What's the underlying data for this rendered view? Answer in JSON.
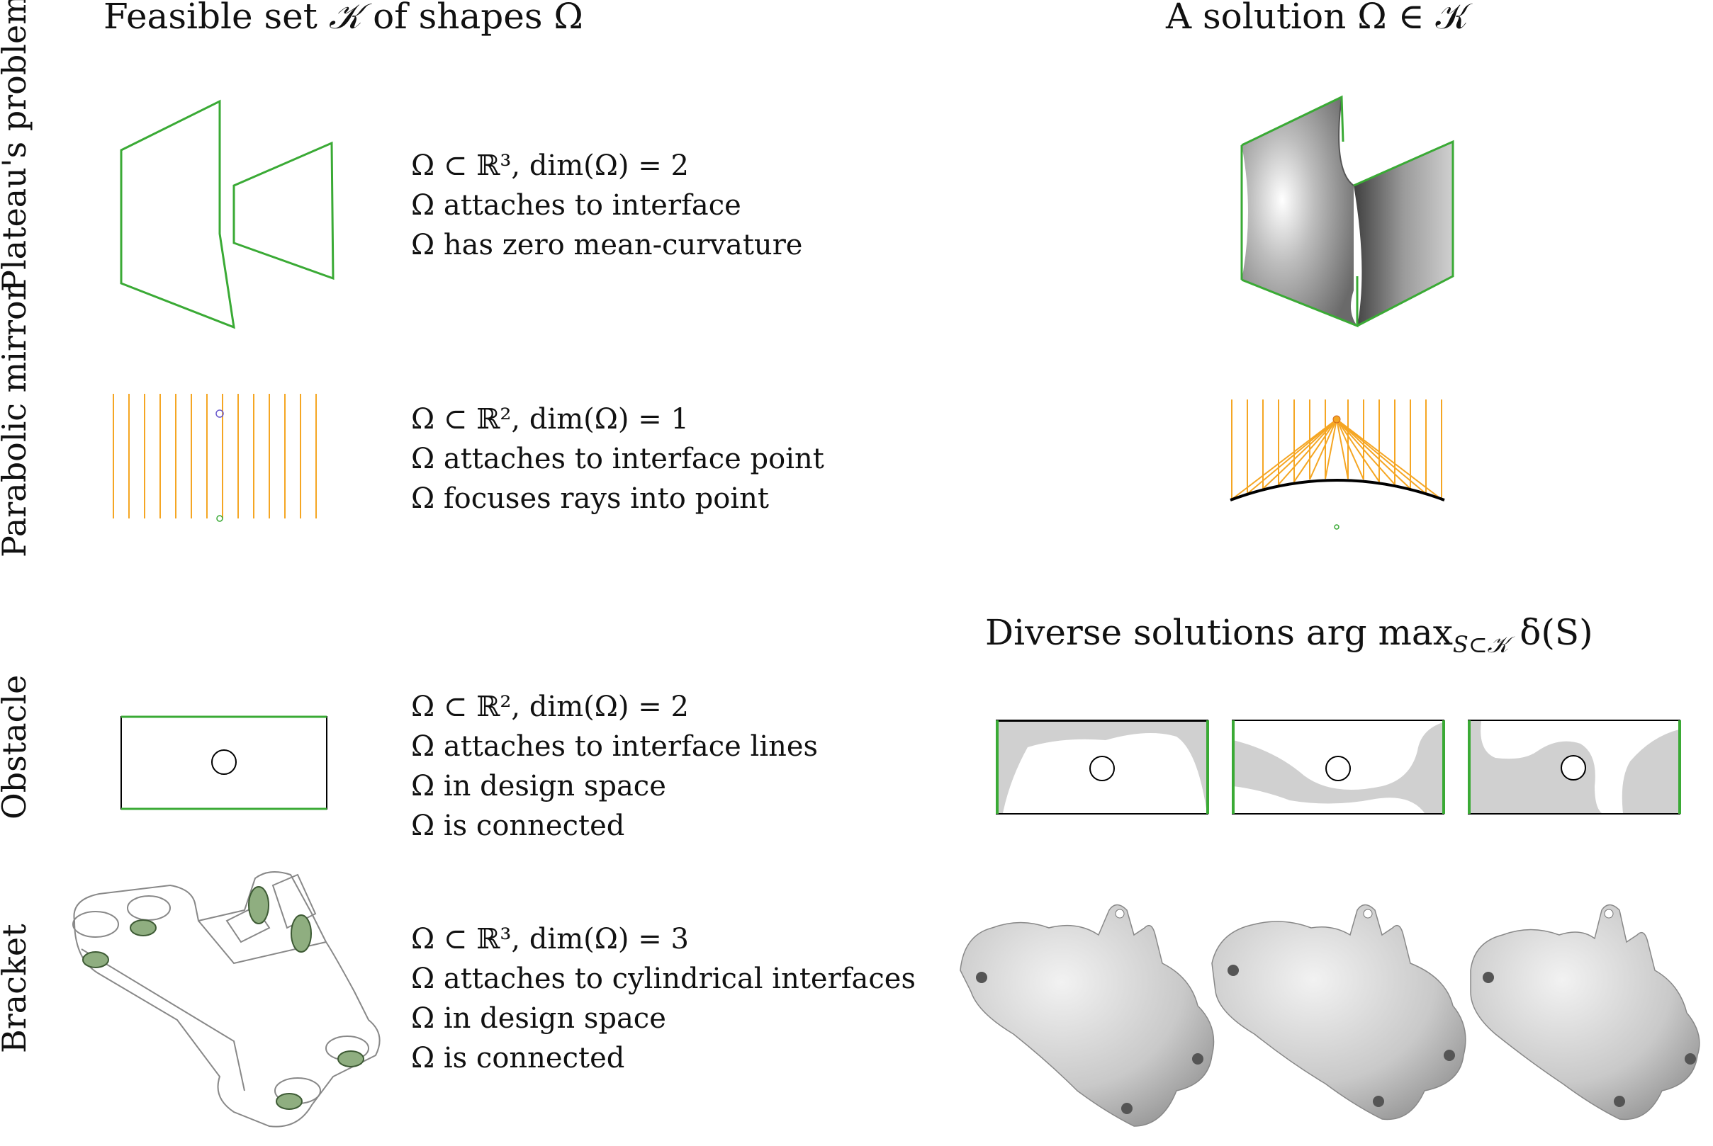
{
  "headers": {
    "feasible_prefix": "Feasible set",
    "feasible_symbol": "𝒦",
    "feasible_suffix": "of shapes Ω",
    "solution": "A solution Ω ∈ 𝒦",
    "diverse_prefix": "Diverse solutions arg max",
    "diverse_sub": "S⊂𝒦",
    "diverse_suffix": "δ(S)"
  },
  "rows": [
    {
      "label": "Plateau's problem",
      "lines": [
        "Ω ⊂ ℝ³, dim(Ω) = 2",
        "Ω attaches to interface",
        "Ω has zero mean-curvature"
      ]
    },
    {
      "label": "Parabolic mirror",
      "lines": [
        "Ω ⊂ ℝ², dim(Ω) = 1",
        "Ω attaches to interface point",
        "Ω focuses rays into point"
      ]
    },
    {
      "label": "Obstacle",
      "lines": [
        "Ω ⊂ ℝ², dim(Ω) = 2",
        "Ω attaches to interface lines",
        "Ω in design space",
        "Ω is connected"
      ]
    },
    {
      "label": "Bracket",
      "lines": [
        "Ω ⊂ ℝ³, dim(Ω) = 3",
        "Ω attaches to cylindrical interfaces",
        "Ω in design space",
        "Ω is connected"
      ]
    }
  ],
  "colors": {
    "interface_green": "#3aaa35",
    "ray_orange": "#f5a623",
    "shape_gray": "#d0d0d0",
    "mirror_black": "#000000",
    "cylinder_green": "#8fae80"
  }
}
